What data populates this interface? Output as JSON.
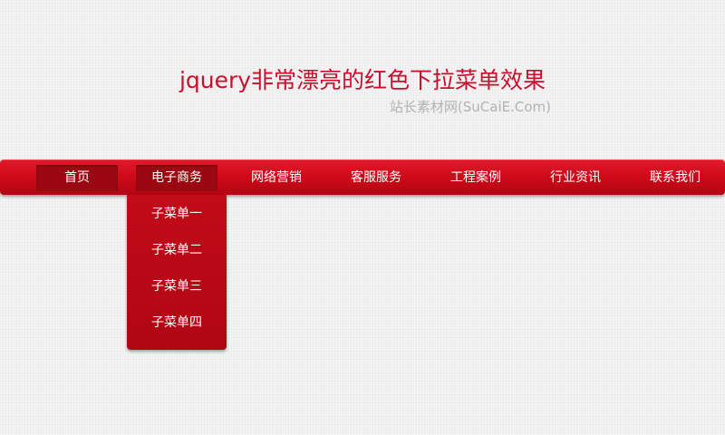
{
  "header": {
    "title": "jquery非常漂亮的红色下拉菜单效果",
    "subtitle": "站长素材网(SuCaiE.Com)"
  },
  "nav": {
    "items": [
      {
        "label": "首页",
        "active": true
      },
      {
        "label": "电子商务",
        "active": true
      },
      {
        "label": "网络营销",
        "active": false
      },
      {
        "label": "客服服务",
        "active": false
      },
      {
        "label": "工程案例",
        "active": false
      },
      {
        "label": "行业资讯",
        "active": false
      },
      {
        "label": "联系我们",
        "active": false
      }
    ]
  },
  "dropdown": {
    "parent": "电子商务",
    "items": [
      {
        "label": "子菜单一"
      },
      {
        "label": "子菜单二"
      },
      {
        "label": "子菜单三"
      },
      {
        "label": "子菜单四"
      }
    ]
  },
  "colors": {
    "brand_red": "#c8102e",
    "nav_active": "#9b0811",
    "subtitle_gray": "#b3b3b3"
  }
}
